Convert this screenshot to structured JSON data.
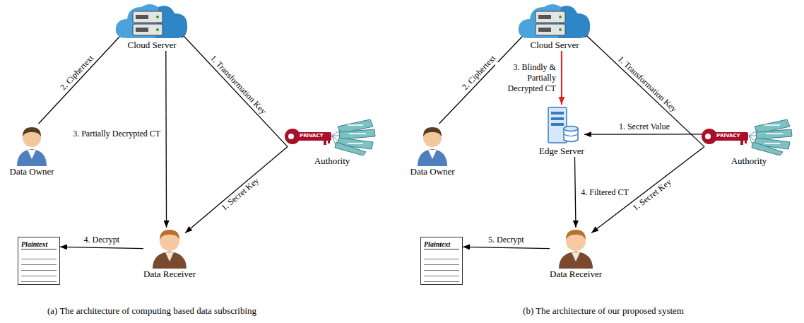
{
  "diagram": {
    "nodes": [
      {
        "text": [
          "Cloud Server"
        ]
      },
      {
        "text": [
          "Data Owner"
        ]
      },
      {
        "text": [
          "Authority"
        ]
      },
      {
        "text": [
          "Plaintext"
        ]
      },
      {
        "text": [
          "Data Receiver"
        ]
      },
      {
        "text": [
          "Cloud Server"
        ]
      },
      {
        "text": [
          "Edge Server"
        ]
      },
      {
        "text": [
          "Data Owner"
        ]
      },
      {
        "text": [
          "Authority"
        ]
      },
      {
        "text": [
          "Plaintext"
        ]
      },
      {
        "text": [
          "Data Receiver"
        ]
      }
    ],
    "edges": [
      {
        "from": 1,
        "to": 0,
        "arrow": "to",
        "label": "2. Ciphertext"
      },
      {
        "from": 2,
        "to": 0,
        "arrow": "to",
        "label": "1. Transformation Key"
      },
      {
        "from": 0,
        "to": 4,
        "arrow": "to",
        "label": "3. Partially Decrypted CT"
      },
      {
        "from": 2,
        "to": 4,
        "arrow": "to",
        "label": "1. Secret Key"
      },
      {
        "from": 4,
        "to": 3,
        "arrow": "to",
        "label": "4. Decrypt"
      },
      {
        "from": 7,
        "to": 5,
        "arrow": "to",
        "label": "2. Ciphertext"
      },
      {
        "from": 8,
        "to": 5,
        "arrow": "to",
        "label": "1. Transformation Key"
      },
      {
        "from": 5,
        "to": 6,
        "arrow": "to",
        "label": "3. Blindly & Partially Decrypted CT"
      },
      {
        "from": 8,
        "to": 6,
        "arrow": "to",
        "label": "1. Secret Value"
      },
      {
        "from": 6,
        "to": 10,
        "arrow": "to",
        "label": "4. Filtered CT"
      },
      {
        "from": 8,
        "to": 10,
        "arrow": "to",
        "label": "1. Secret Key"
      },
      {
        "from": 10,
        "to": 9,
        "arrow": "to",
        "label": "5. Decrypt"
      }
    ],
    "labels": [
      "(a) The architecture of computing based data subscribing",
      "PRIVACY",
      "(b) The architecture of our proposed system",
      "PRIVACY"
    ]
  }
}
